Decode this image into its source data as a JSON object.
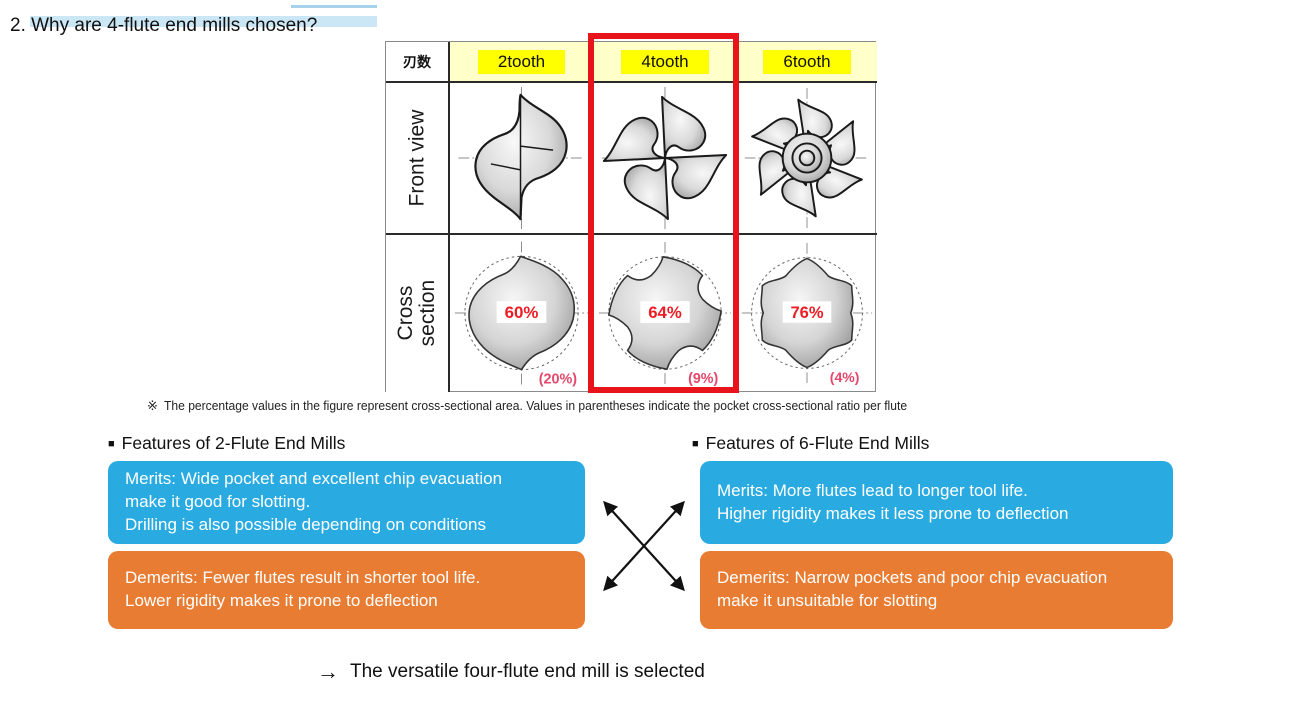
{
  "title": {
    "text": "2. Why are 4-flute end mills chosen?"
  },
  "table": {
    "corner_label": "刃数",
    "row_labels": {
      "front": "Front view",
      "cross": "Cross section"
    },
    "columns": [
      {
        "label": "2tooth",
        "area": "60%",
        "pocket": "(20%)",
        "highlighted": false
      },
      {
        "label": "4tooth",
        "area": "64%",
        "pocket": "(9%)",
        "highlighted": true
      },
      {
        "label": "6tooth",
        "area": "76%",
        "pocket": "(4%)",
        "highlighted": false
      }
    ]
  },
  "note": {
    "mark": "※",
    "text": "The percentage values in the figure represent cross-sectional area. Values in parentheses indicate the pocket cross-sectional ratio per flute"
  },
  "features": {
    "left": {
      "bullet": "■",
      "heading": "Features of 2-Flute End Mills",
      "merits": "Merits: Wide pocket and excellent chip evacuation\nmake it good for slotting.\nDrilling is also possible depending on conditions",
      "demerits": "Demerits: Fewer flutes result in shorter tool life.\nLower rigidity makes it prone to deflection"
    },
    "right": {
      "bullet": "■",
      "heading": "Features of 6-Flute End Mills",
      "merits": "Merits: More flutes lead to longer tool life.\nHigher rigidity makes it less prone to deflection",
      "demerits": "Demerits: Narrow pockets and poor chip evacuation\nmake it unsuitable for slotting"
    }
  },
  "conclusion": {
    "arrow": "→",
    "text": "The versatile four-flute end mill is selected"
  },
  "colors": {
    "merit_blue": "#29ABE2",
    "demerit_orange": "#E87C32",
    "highlight_red": "#E8141B",
    "header_yellow_pale": "#FFFFC9",
    "tooth_chip_yellow": "#FFFF00",
    "percent_red": "#ED1C24",
    "pocket_pink": "#E2486B",
    "title_band_blue": "#CBE6F5"
  }
}
